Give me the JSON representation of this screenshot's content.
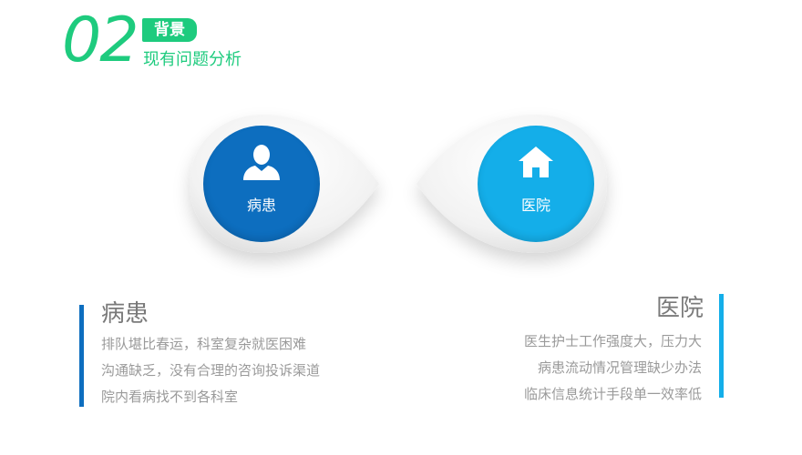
{
  "header": {
    "number": "02",
    "tag": "背景",
    "subtitle": "现有问题分析"
  },
  "nodes": {
    "patient": {
      "label": "病患",
      "icon": "person-icon",
      "color": "#0d6ebf"
    },
    "hospital": {
      "label": "医院",
      "icon": "house-icon",
      "color": "#14aee9"
    }
  },
  "left_block": {
    "title": "病患",
    "lines": [
      "排队堪比春运，科室复杂就医困难",
      "沟通缺乏，没有合理的咨询投诉渠道",
      "院内看病找不到各科室"
    ]
  },
  "right_block": {
    "title": "医院",
    "lines": [
      "医生护士工作强度大，压力大",
      "病患流动情况管理缺少办法",
      "临床信息统计手段单一效率低"
    ]
  },
  "colors": {
    "accent_green": "#1ecb7e",
    "text_gray": "#9a9a9a"
  }
}
